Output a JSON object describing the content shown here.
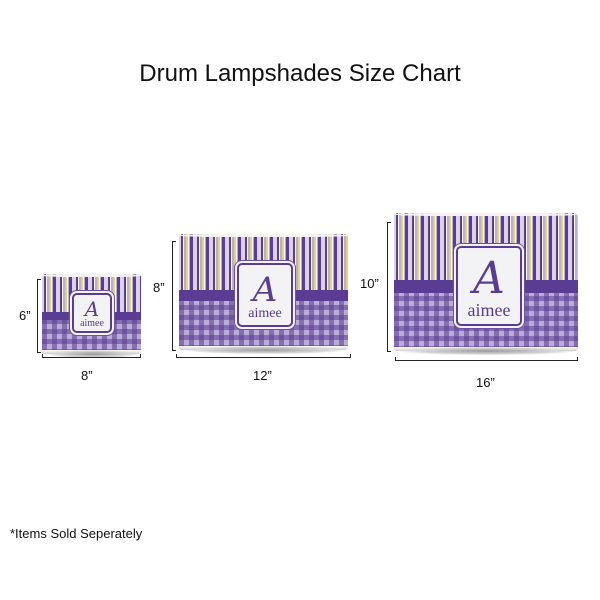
{
  "title": "Drum Lampshades Size Chart",
  "footnote": "*Items Sold Seperately",
  "colors": {
    "purple_dark": "#5a3d92",
    "purple_mid": "#7a62ad",
    "purple_light": "#b9acd6",
    "lavender": "#d9d2ea",
    "yellow": "#e8d36a",
    "white": "#f3f2f5"
  },
  "monogram": {
    "initial": "A",
    "name": "aimee"
  },
  "shades": [
    {
      "id": "small",
      "width_label": "8”",
      "height_label": "6”"
    },
    {
      "id": "medium",
      "width_label": "12”",
      "height_label": "8”"
    },
    {
      "id": "large",
      "width_label": "16”",
      "height_label": "10”"
    }
  ]
}
